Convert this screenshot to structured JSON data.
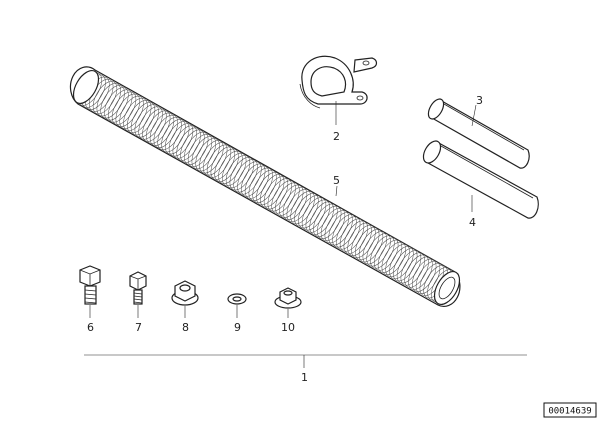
{
  "callouts": {
    "item_1": "1",
    "item_2": "2",
    "item_3": "3",
    "item_4": "4",
    "item_5": "5",
    "item_6": "6",
    "item_7": "7",
    "item_8": "8",
    "item_9": "9",
    "item_10": "10"
  },
  "document_id": "00014639"
}
